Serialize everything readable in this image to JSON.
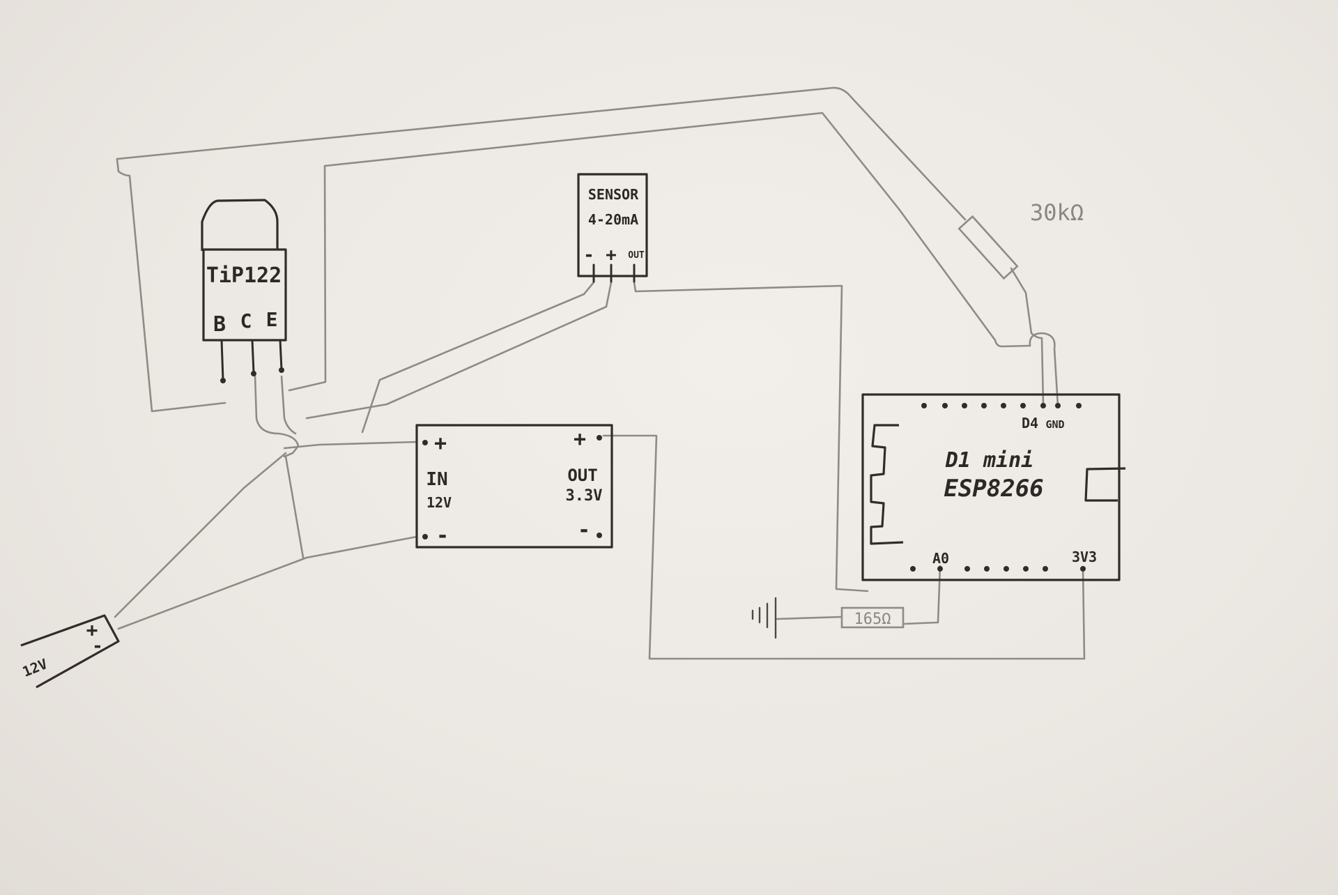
{
  "components": {
    "transistor": {
      "name": "TiP122",
      "pins": [
        "B",
        "C",
        "E"
      ]
    },
    "sensor": {
      "line1": "SENSOR",
      "line2": "4-20mA",
      "pins": [
        "-",
        "+",
        "OUT"
      ]
    },
    "regulator": {
      "in_plus": "+",
      "in_minus": "-",
      "in_label": "IN",
      "in_voltage": "12V",
      "out_plus": "+",
      "out_minus": "-",
      "out_label": "OUT",
      "out_voltage": "3.3V"
    },
    "mcu": {
      "line1": "D1 mini",
      "line2": "ESP8266",
      "pin_d4": "D4",
      "pin_gnd": "GND",
      "pin_a0": "A0",
      "pin_3v3": "3V3"
    },
    "power_input": {
      "plus": "+",
      "minus": "-",
      "voltage": "12V"
    },
    "resistor_pullup": {
      "value": "30kΩ"
    },
    "resistor_sense": {
      "value": "165Ω"
    }
  },
  "colors": {
    "ink": "#2f2d2a",
    "pencil": "#8e8b86",
    "paper": "#efece8"
  }
}
